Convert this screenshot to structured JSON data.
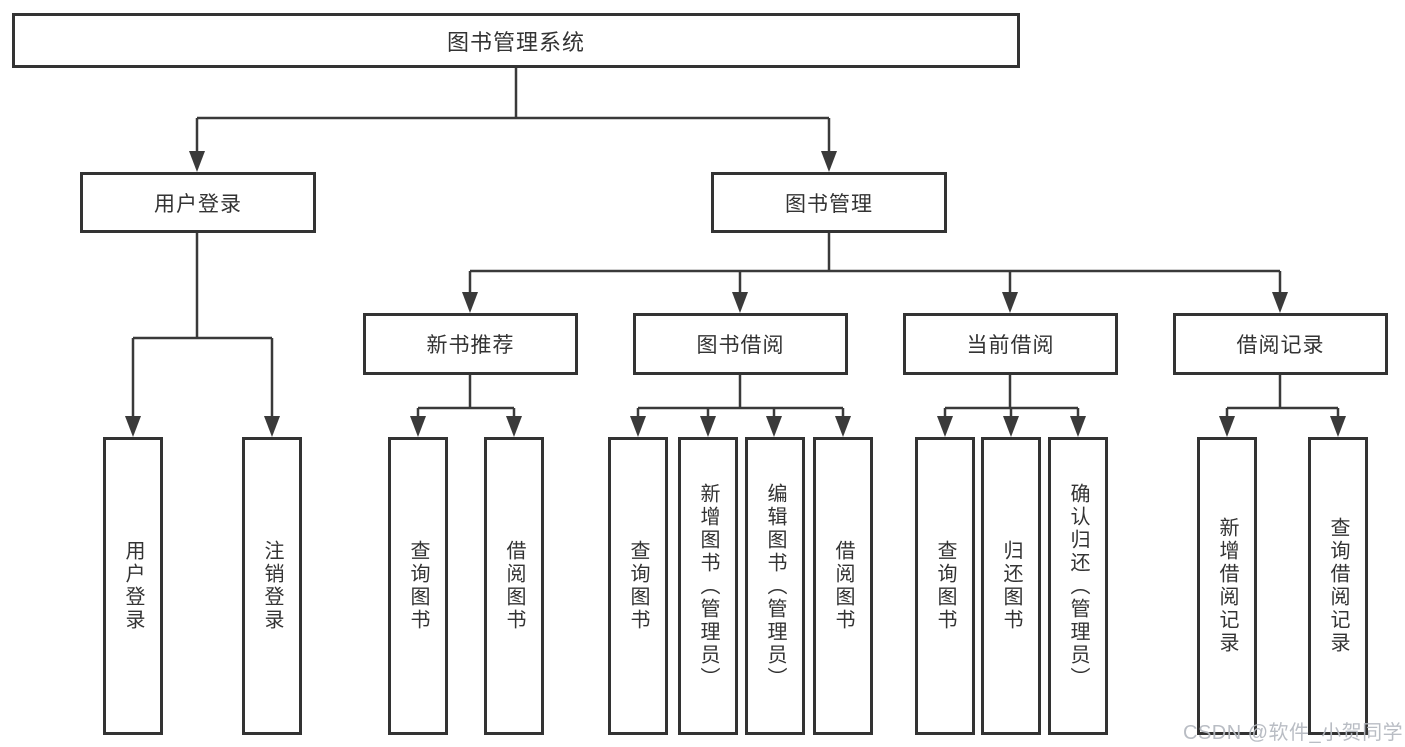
{
  "diagram": {
    "root": {
      "label": "图书管理系统"
    },
    "level1": [
      {
        "label": "用户登录"
      },
      {
        "label": "图书管理"
      }
    ],
    "level2": [
      {
        "label": "新书推荐"
      },
      {
        "label": "图书借阅"
      },
      {
        "label": "当前借阅"
      },
      {
        "label": "借阅记录"
      }
    ],
    "leaves": {
      "user": [
        "用户登录",
        "注销登录"
      ],
      "newbook": [
        "查询图书",
        "借阅图书"
      ],
      "borrow": [
        "查询图书",
        "新增图书（管理员）",
        "编辑图书（管理员）",
        "借阅图书"
      ],
      "current": [
        "查询图书",
        "归还图书",
        "确认归还（管理员）"
      ],
      "records": [
        "新增借阅记录",
        "查询借阅记录"
      ]
    },
    "colors": {
      "line": "#3a3a3a",
      "border": "#333333",
      "text": "#333333",
      "watermark": "#b6bac1"
    }
  },
  "watermark": {
    "text": "CSDN @软件_小贺同学"
  }
}
